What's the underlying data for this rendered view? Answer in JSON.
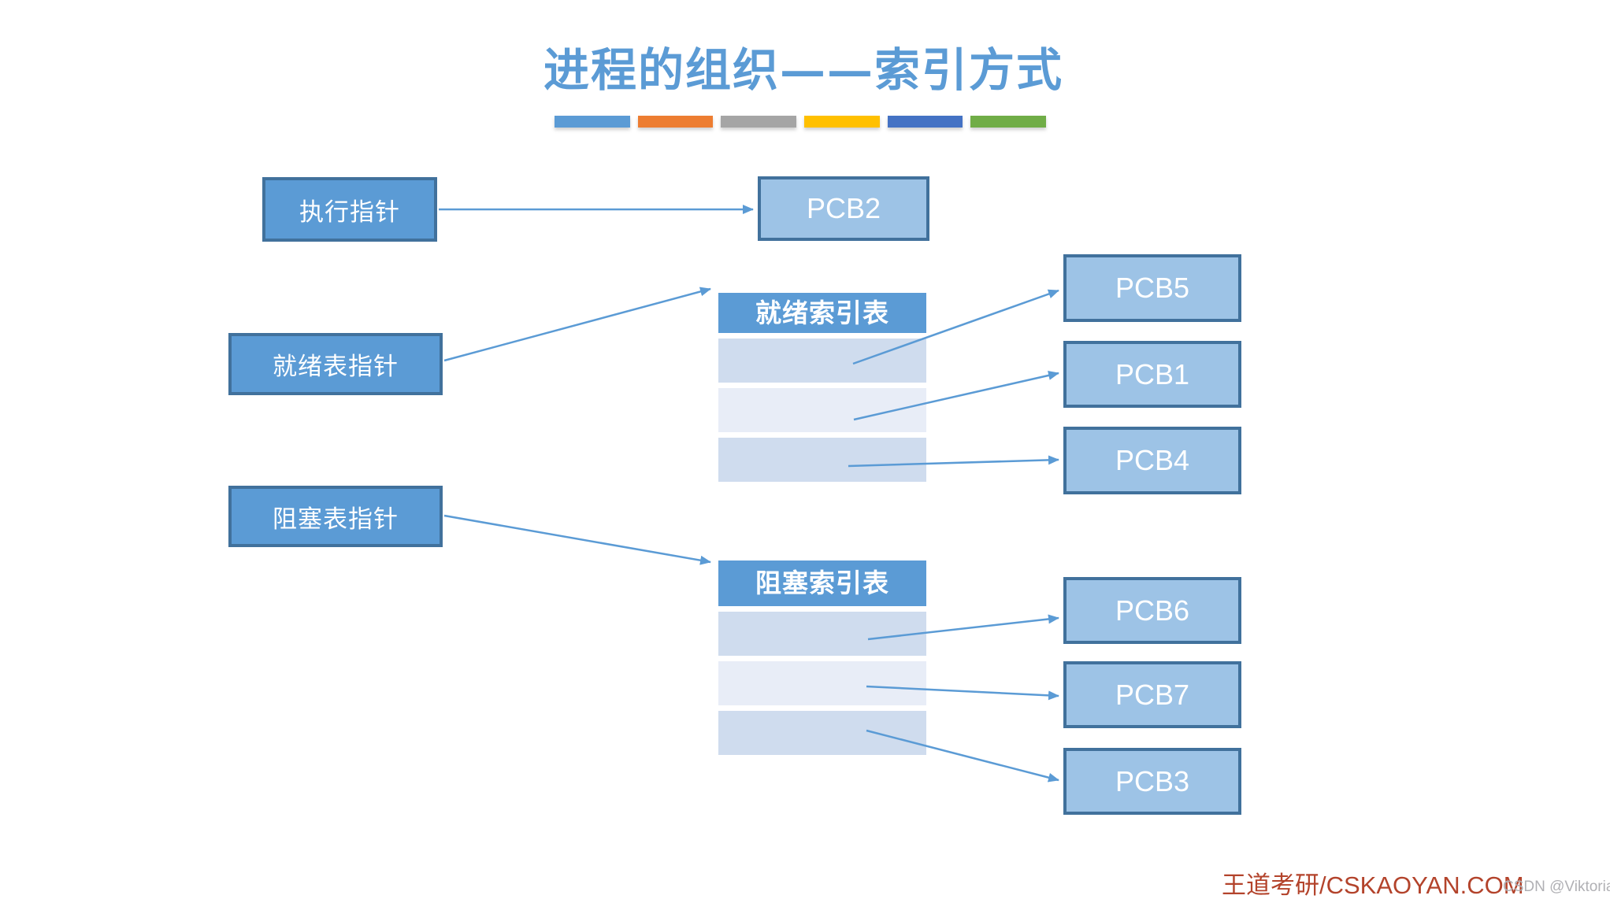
{
  "slide": {
    "title": "进程的组织——索引方式",
    "footer": {
      "brand": "王道考研/CSKAOYAN.COM",
      "watermark": "CSDN @Viktoriae"
    }
  },
  "theme": {
    "title_color": "#5B9BD5",
    "pointer_box_fill": "#5B9BD5",
    "box_border": "#41719C",
    "pcb_box_fill": "#9DC3E6",
    "table_header_fill": "#5B9BD5",
    "table_row_dark": "#CFDCEE",
    "table_row_light": "#E8EDF7",
    "arrow_color": "#5B9BD5",
    "brand_color": "#B3432B",
    "divider_colors": [
      "#5B9BD5",
      "#ED7D31",
      "#A5A5A5",
      "#FFC000",
      "#4472C4",
      "#70AD47"
    ]
  },
  "pointers": {
    "exec_label": "执行指针",
    "ready_label": "就绪表指针",
    "blocked_label": "阻塞表指针"
  },
  "ready_table": {
    "header": "就绪索引表",
    "rows": [
      "",
      "",
      ""
    ]
  },
  "blocked_table": {
    "header": "阻塞索引表",
    "rows": [
      "",
      "",
      ""
    ]
  },
  "pcb_boxes": {
    "running": "PCB2",
    "ready": [
      "PCB5",
      "PCB1",
      "PCB4"
    ],
    "blocked": [
      "PCB6",
      "PCB7",
      "PCB3"
    ]
  }
}
